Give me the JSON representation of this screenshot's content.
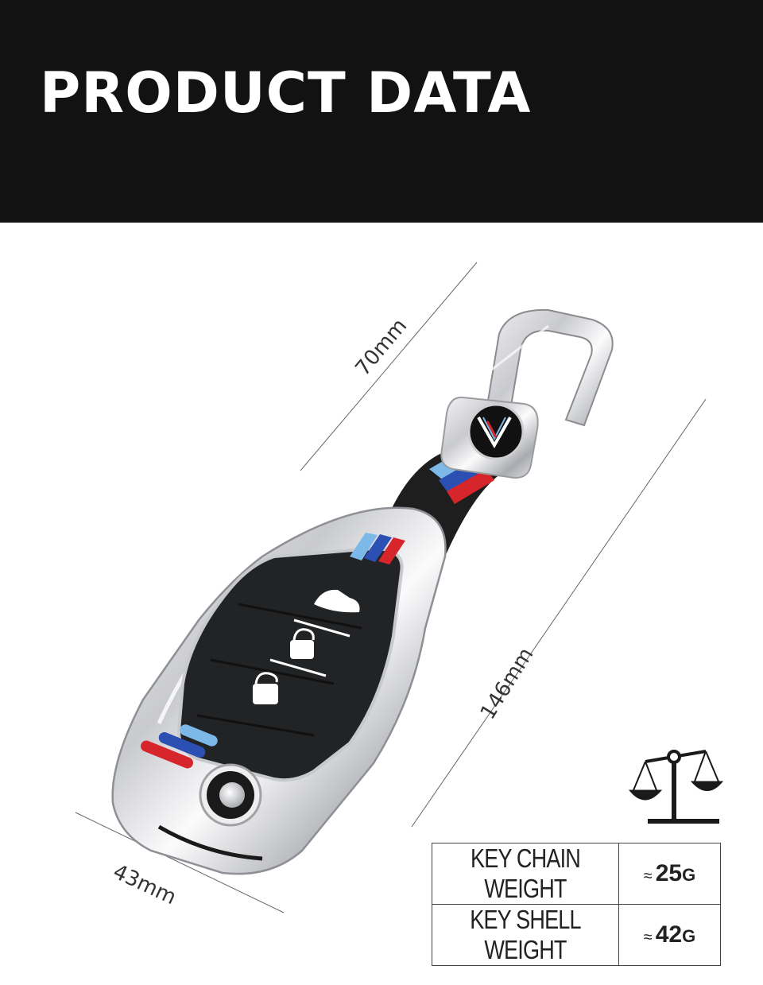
{
  "header": {
    "title": "PRODUCT DATA"
  },
  "dimensions": {
    "strap_length": "70mm",
    "total_length": "146mm",
    "width": "43mm"
  },
  "weights": [
    {
      "label": "KEY CHAIN WEIGHT",
      "approx": "≈",
      "value": "25",
      "unit": "G"
    },
    {
      "label": "KEY SHELL WEIGHT",
      "approx": "≈",
      "value": "42",
      "unit": "G"
    }
  ],
  "icons": [
    "scale-icon",
    "car-roof-icon",
    "lock-icon",
    "unlock-icon",
    "brand-logo-icon"
  ],
  "colors": {
    "header_bg": "#121212",
    "stripe_light_blue": "#7db9e8",
    "stripe_blue": "#2b4fb3",
    "stripe_red": "#d6262b"
  }
}
